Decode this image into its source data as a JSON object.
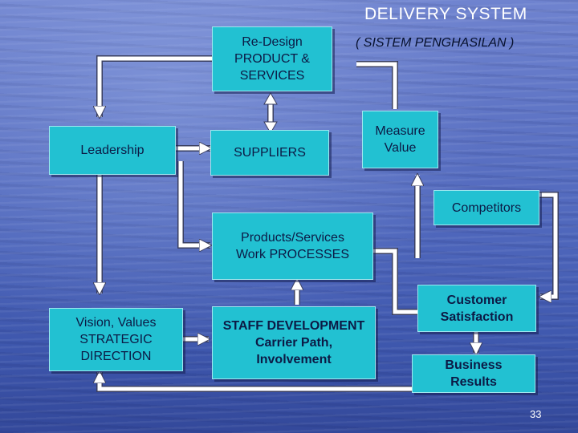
{
  "header": {
    "title": "DELIVERY SYSTEM",
    "subtitle": "( SISTEM PENGHASILAN )"
  },
  "boxes": {
    "redesign": "Re-Design\nPRODUCT &\nSERVICES",
    "leadership": "Leadership",
    "suppliers": "SUPPLIERS",
    "measure_value": "Measure\nValue",
    "competitors": "Competitors",
    "products_processes": "Products/Services\nWork PROCESSES",
    "vision": "Vision, Values\nSTRATEGIC\nDIRECTION",
    "staff_development": "STAFF DEVELOPMENT\nCarrier Path,\nInvolvement",
    "customer_satisfaction": "Customer\nSatisfaction",
    "business_results": "Business\nResults"
  },
  "footer": {
    "page_number": "33"
  },
  "colors": {
    "box_fill": "#22c1d2",
    "box_text": "#0c1a45",
    "arrow_fill": "#ffffff",
    "arrow_stroke": "#3a3f60",
    "background": "#4e66bb"
  }
}
